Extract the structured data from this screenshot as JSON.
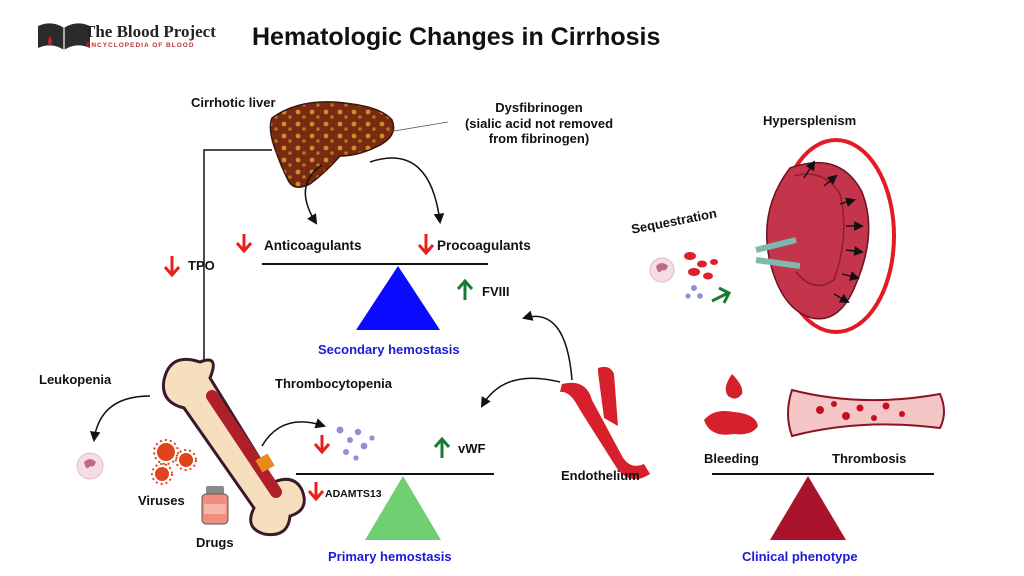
{
  "brand": {
    "name": "The Blood Project",
    "tagline": "ENCYCLOPEDIA OF BLOOD"
  },
  "title": "Hematologic Changes in Cirrhosis",
  "labels": {
    "cirrhotic_liver": "Cirrhotic liver",
    "dysfibrinogen_line1": "Dysfibrinogen",
    "dysfibrinogen_line2": "(sialic acid not removed",
    "dysfibrinogen_line3": "from fibrinogen)",
    "anticoagulants": "Anticoagulants",
    "procoagulants": "Procoagulants",
    "tpo": "TPO",
    "fviii": "FVIII",
    "secondary_hemostasis": "Secondary hemostasis",
    "hypersplenism": "Hypersplenism",
    "sequestration": "Sequestration",
    "leukopenia": "Leukopenia",
    "thrombocytopenia": "Thrombocytopenia",
    "vwf": "vWF",
    "adamts13": "ADAMTS13",
    "viruses": "Viruses",
    "drugs": "Drugs",
    "primary_hemostasis": "Primary hemostasis",
    "endothelium": "Endothelium",
    "bleeding": "Bleeding",
    "thrombosis": "Thrombosis",
    "clinical_phenotype": "Clinical phenotype"
  },
  "colors": {
    "decrease_arrow": "#e8201c",
    "increase_arrow": "#1a7a33",
    "secondary_triangle": "#0a0aff",
    "primary_triangle": "#6fcf72",
    "clinical_triangle": "#a8122a",
    "caption_blue": "#1a1ad8"
  },
  "icons": [
    "book-logo-icon",
    "liver-icon",
    "bone-marrow-icon",
    "spleen-icon",
    "blood-vessel-icon",
    "blood-drop-icon",
    "clot-vessel-icon",
    "virus-icon",
    "drug-vial-icon",
    "white-cell-icon",
    "platelet-icon"
  ]
}
